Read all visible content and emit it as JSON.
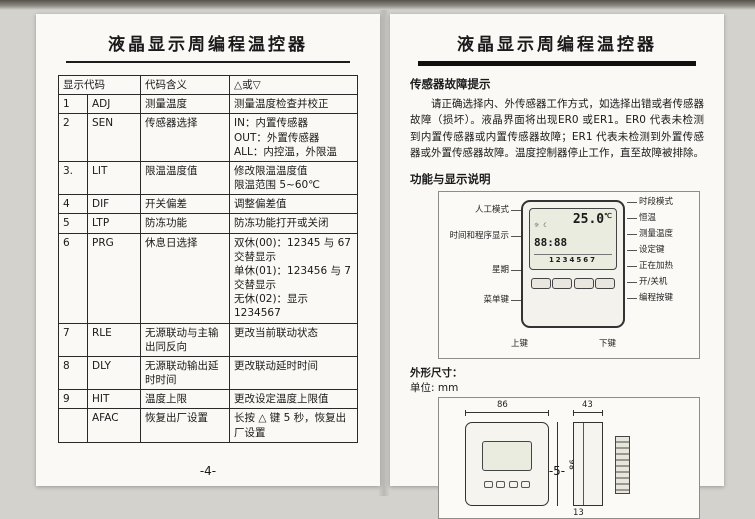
{
  "page_left": {
    "title": "液晶显示周编程温控器",
    "page_number": "-4-",
    "table": {
      "col_headers": [
        "显示代码",
        "代码含义",
        "△或▽"
      ],
      "rows": [
        {
          "num": "1",
          "code": "ADJ",
          "meaning": "测量温度",
          "action": "测量温度检查并校正"
        },
        {
          "num": "2",
          "code": "SEN",
          "meaning": "传感器选择",
          "action": "IN：内置传感器\nOUT：外置传感器\nALL：内控温，外限温"
        },
        {
          "num": "3.",
          "code": "LIT",
          "meaning": "限温温度值",
          "action": "修改限温温度值\n限温范围 5~60℃"
        },
        {
          "num": "4",
          "code": "DIF",
          "meaning": "开关偏差",
          "action": "调整偏差值"
        },
        {
          "num": "5",
          "code": "LTP",
          "meaning": "防冻功能",
          "action": "防冻功能打开或关闭"
        },
        {
          "num": "6",
          "code": "PRG",
          "meaning": "休息日选择",
          "action": "双休(00)：12345 与 67\n交替显示\n单休(01)：123456 与 7\n交替显示\n无休(02)：显示 1234567"
        },
        {
          "num": "7",
          "code": "RLE",
          "meaning": "无源联动与主输出同反向",
          "action": "更改当前联动状态"
        },
        {
          "num": "8",
          "code": "DLY",
          "meaning": "无源联动输出延时时间",
          "action": "更改联动延时时间"
        },
        {
          "num": "9",
          "code": "HIT",
          "meaning": "温度上限",
          "action": "更改设定温度上限值"
        },
        {
          "num": "",
          "code": "AFAC",
          "meaning": "恢复出厂设置",
          "action": "长按 △ 键 5 秒，恢复出厂设置"
        }
      ]
    }
  },
  "page_right": {
    "title": "液晶显示周编程温控器",
    "page_number": "-5-",
    "fault": {
      "heading": "传感器故障提示",
      "body": "请正确选择内、外传感器工作方式，如选择出错或者传感器故障（损坏）。液晶界面将出现ER0 或ER1。ER0 代表未检测到内置传感器或内置传感器故障；ER1 代表未检测到外置传感器或外置传感器故障。温度控制器停止工作，直至故障被排除。"
    },
    "function": {
      "heading": "功能与显示说明",
      "labels_left": [
        "人工模式",
        "时间和程序显示",
        "星期",
        "菜单键"
      ],
      "labels_right": [
        "时段模式",
        "恒温",
        "测量温度",
        "设定键",
        "正在加热",
        "开/关机",
        "编程按键"
      ],
      "labels_bottom": [
        "上键",
        "下键"
      ],
      "lcd": {
        "icons": "☼ ☾",
        "time": "88:88",
        "temp": "25.0",
        "temp_unit": "℃",
        "week": "1234567"
      }
    },
    "dimensions": {
      "heading": "外形尺寸：",
      "unit": "单位: mm",
      "front_width": "86",
      "front_height": "86",
      "side_total": "43",
      "side_front": "13"
    }
  }
}
